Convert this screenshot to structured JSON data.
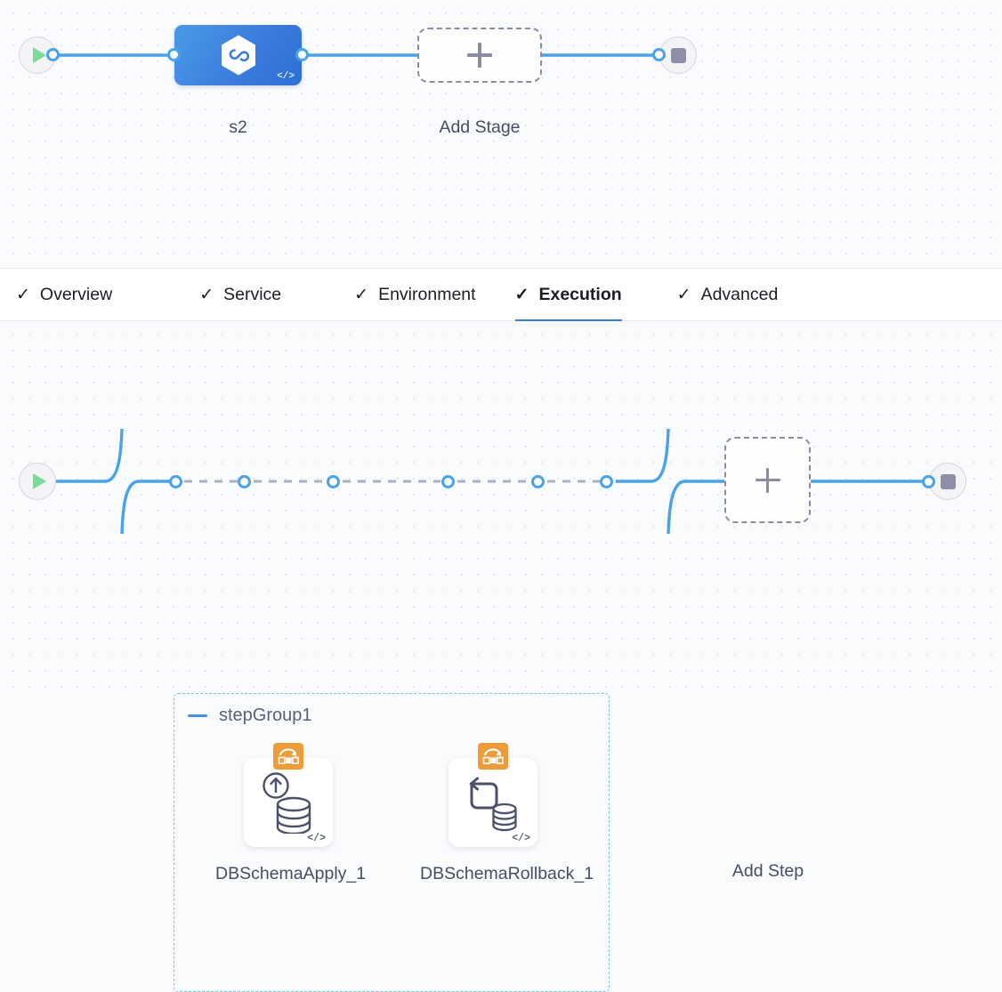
{
  "theme": {
    "accent_blue": "#3b7ddd",
    "wire_blue": "#4aa3e8",
    "group_border": "#6ec8e8",
    "badge_orange": "#ee9b3a",
    "play_green": "#7ddb9a",
    "stop_gray": "#8e8ea8",
    "canvas_bg": "#fafbfd",
    "text_dark": "#1c1c28",
    "text_muted": "#4b4b63"
  },
  "stage_canvas": {
    "name": "pipeline-stage-canvas",
    "start_node": {
      "icon": "play-icon",
      "label": ""
    },
    "stage_node": {
      "label": "s2",
      "icon": "pipeline-hexagon-icon",
      "code_badge": "</>"
    },
    "add_stage": {
      "label": "Add Stage",
      "icon": "plus-icon"
    },
    "end_node": {
      "icon": "stop-icon",
      "label": ""
    }
  },
  "tabs": {
    "name": "stage-config-tabs",
    "items": [
      {
        "label": "Overview",
        "check": "✓",
        "active": false
      },
      {
        "label": "Service",
        "check": "✓",
        "active": false
      },
      {
        "label": "Environment",
        "check": "✓",
        "active": false
      },
      {
        "label": "Execution",
        "check": "✓",
        "active": true
      },
      {
        "label": "Advanced",
        "check": "✓",
        "active": false
      }
    ]
  },
  "execution_canvas": {
    "name": "execution-steps-canvas",
    "start_node": {
      "icon": "play-icon"
    },
    "step_group": {
      "label": "stepGroup1",
      "collapse_icon": "minus-icon"
    },
    "steps": [
      {
        "label": "DBSchemaApply_1",
        "badge_icon": "db-schema-migration-icon",
        "main_icon": "database-apply-up-arrow-icon",
        "code_badge": "</>"
      },
      {
        "label": "DBSchemaRollback_1",
        "badge_icon": "db-schema-migration-icon",
        "main_icon": "database-rollback-arrow-icon",
        "code_badge": "</>"
      }
    ],
    "add_step": {
      "label": "Add Step",
      "icon": "plus-icon"
    },
    "end_node": {
      "icon": "stop-icon"
    }
  }
}
